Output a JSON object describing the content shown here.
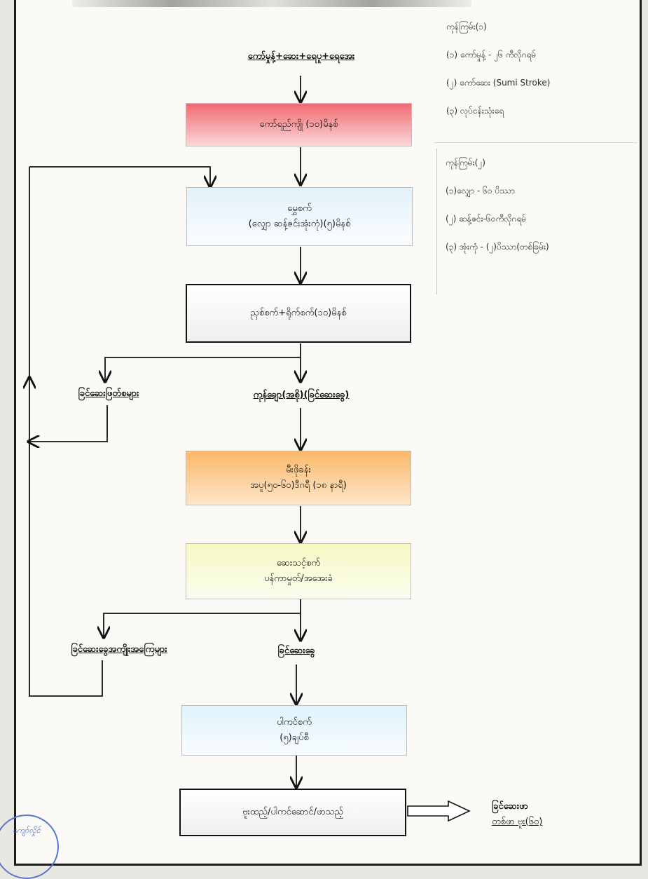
{
  "diagram": {
    "start_label": "ကော်မှုန့်+ဆေး+ရေပူ+ရေအေး",
    "step_1": "ကော်ရည်ကျို (၁၀)မိနစ်",
    "step_2": {
      "title": "မွှေစက်",
      "detail": "(လျှော ဆန့်ဇင်းအုံးကုံ)(၅)မိနစ်"
    },
    "step_3": "ညှစ်စက်+ရိုက်စက်(၁၀)မိနစ်",
    "reject_1": "ခြင်ဆေးဖြတ်စများ",
    "output_1": "ကုန်ချော(အစို)(ခြင်ဆေးခွေ)",
    "step_4": {
      "title": "မီးဖိုခန်း",
      "detail": "အပူ(၅၀-၆၀)ဒီဂရီ (၁၈ နာရီ)"
    },
    "step_5": {
      "title": "ဆေးသင့်စက်",
      "detail": "ပန်ကာမှုတ်/အအေးခံ"
    },
    "reject_2": "ခြင်ဆေးခွေအကျိုးအကြေများ",
    "output_2": "ခြင်ဆေးခွေ",
    "step_6": {
      "title": "ပါကင်စက်",
      "detail": "(၅)ချပ်စီ"
    },
    "step_7": "ဗူးထည့်/ပါကင်ဆောင်/ဖာသည့်",
    "final_output": {
      "title": "ခြင်ဆေးဖာ",
      "detail": "တစ်ဖာ ဗူး(၆၀)"
    }
  },
  "legend_1": {
    "heading": "ကုန်ကြမ်း(၁)",
    "items": [
      "(၁) ကော်မှုန့် - ၂၆ ကီလိုဂရမ်",
      "(၂) ကော်ဆေး (Sumi Stroke)",
      "(၃) လုပ်ငန်းသုံးရေ"
    ]
  },
  "legend_2": {
    "heading": "ကုန်ကြမ်း(၂)",
    "items": [
      "(၁)လျှော - ၆၀ ပိဿာ",
      "(၂) ဆန့်ဇင်း-၆၀ကီလိုဂရမ်",
      "(၃) အုံးကုံ - (၂)ပိဿာ(တစ်ခြမ်း)"
    ]
  },
  "seal_text": "ကျော်လှိုင်"
}
